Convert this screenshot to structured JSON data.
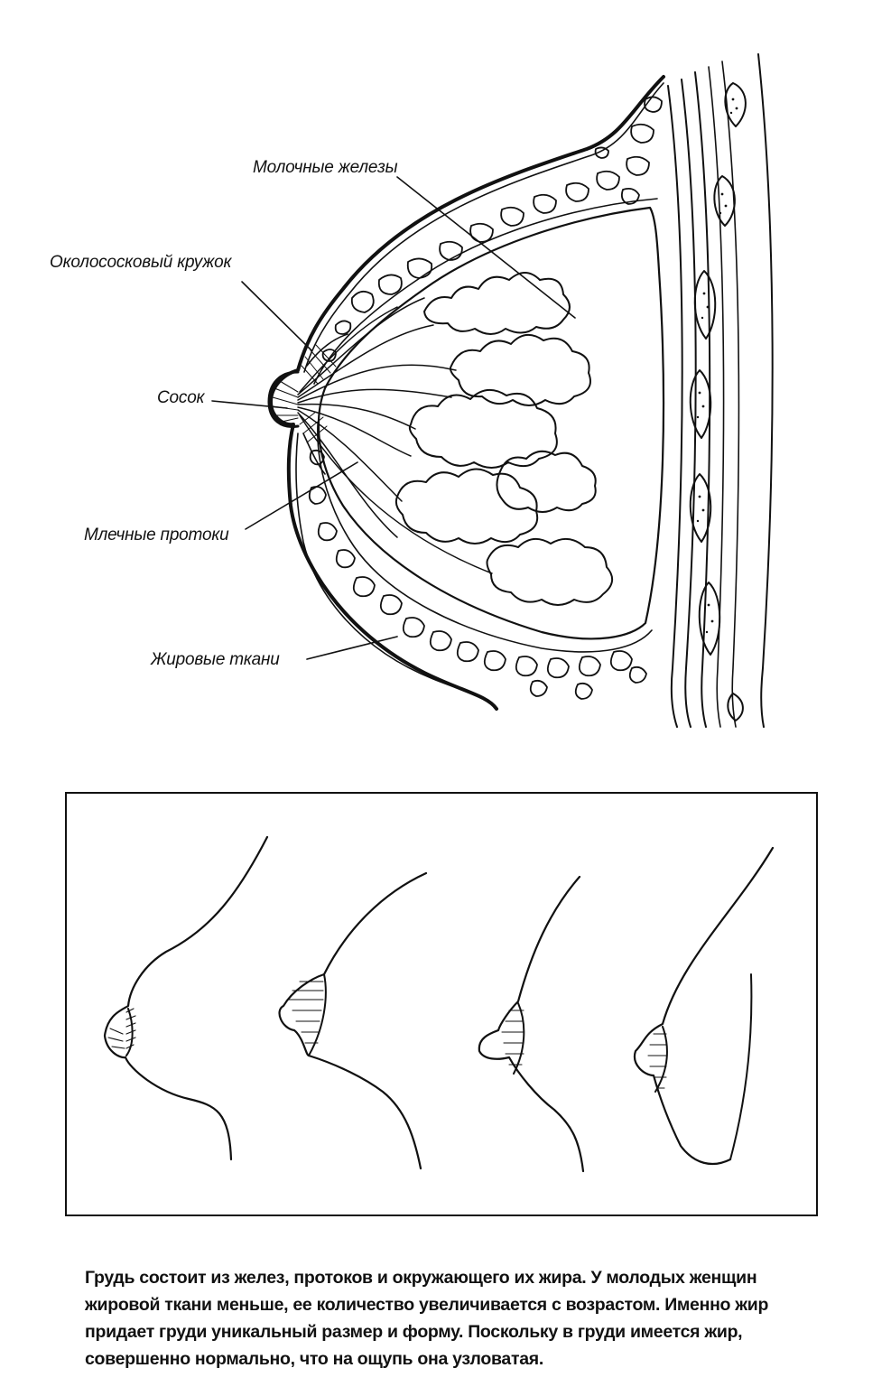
{
  "labels": {
    "mammary_glands": "Молочные железы",
    "areola": "Околососковый кружок",
    "nipple": "Сосок",
    "milk_ducts": "Млечные протоки",
    "fat_tissue": "Жировые ткани"
  },
  "caption": "Грудь состоит из желез, протоков и окружающего их жира. У молодых женщин жировой ткани меньше, ее количество увеличивается с возрастом. Именно жир придает груди уникальный размер и форму. Поскольку в груди имеется жир, совершенно нормально, что на ощупь она узловатая."
}
